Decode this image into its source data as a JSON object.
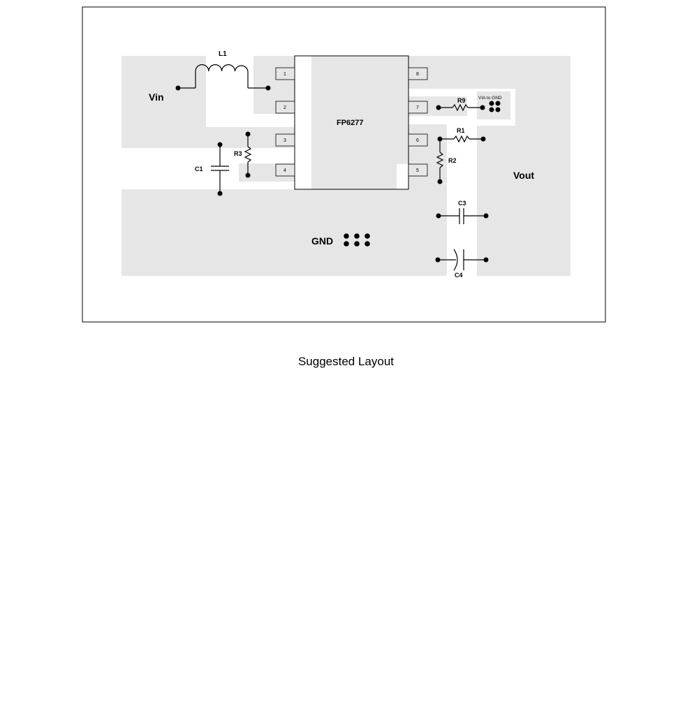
{
  "title": "Suggested Layout",
  "chip": {
    "label": "FP6277",
    "pins": [
      "1",
      "2",
      "3",
      "4",
      "5",
      "6",
      "7",
      "8"
    ]
  },
  "nets": {
    "vin": "Vin",
    "vout": "Vout",
    "gnd": "GND",
    "via": "VIA to GND"
  },
  "components": {
    "l1": "L1",
    "c1": "C1",
    "r3": "R3",
    "r9": "R9",
    "r1": "R1",
    "r2": "R2",
    "c3": "C3",
    "c4": "C4"
  }
}
